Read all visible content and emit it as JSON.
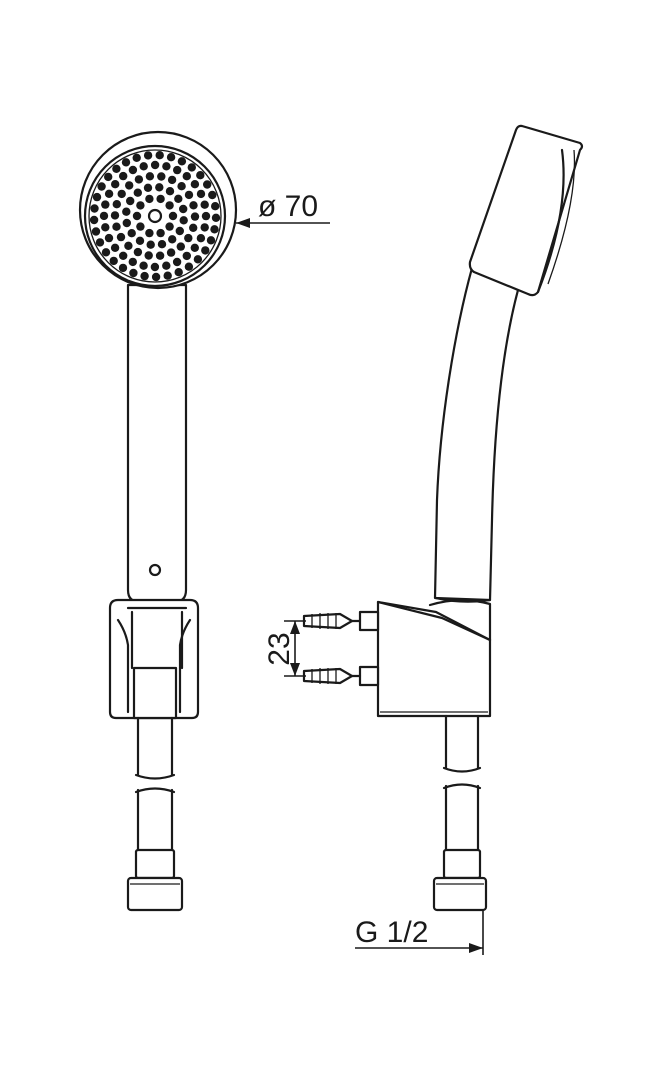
{
  "dimensions": {
    "diameter": "ø 70",
    "spacing": "23",
    "thread": "G 1/2"
  },
  "colors": {
    "line": "#1a1a1a",
    "background": "#ffffff"
  }
}
